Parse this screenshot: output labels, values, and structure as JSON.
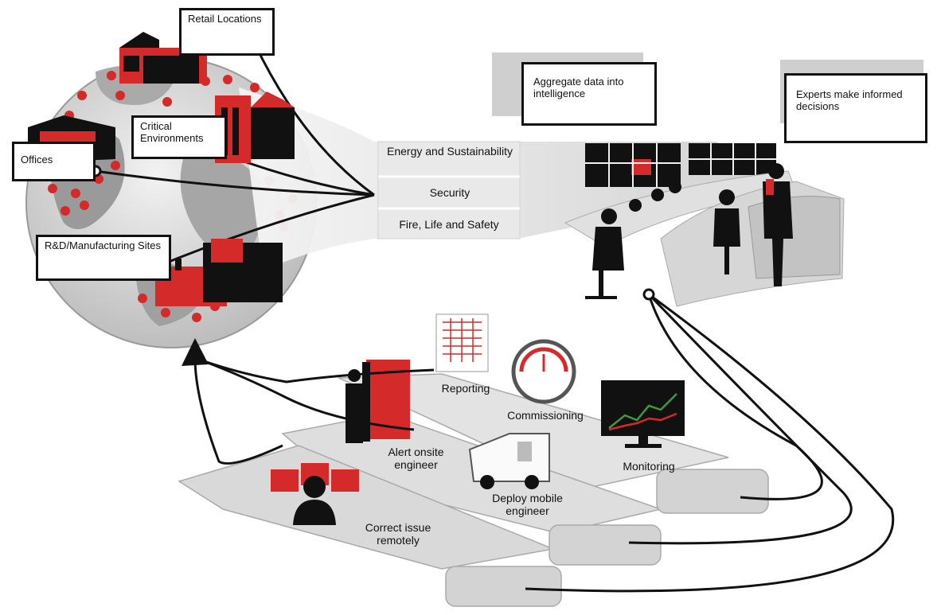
{
  "callouts": {
    "retail": "Retail Locations",
    "critical": "Critical Environments",
    "offices": "Offices",
    "rnd": "R&D/Manufacturing Sites",
    "aggregate": "Aggregate data into intelligence",
    "experts": "Experts make informed decisions"
  },
  "bands": {
    "energy": "Energy and Sustainability",
    "security": "Security",
    "fire": "Fire, Life and Safety"
  },
  "services": {
    "reporting": "Reporting",
    "commissioning": "Commissioning",
    "monitoring": "Monitoring",
    "alert": "Alert onsite engineer",
    "deploy": "Deploy mobile engineer",
    "correct": "Correct issue remotely"
  },
  "colors": {
    "accent_red": "#d42a2a",
    "dark": "#111111",
    "gray_light": "#e2e2e2",
    "gray_mid": "#bdbdbd"
  }
}
